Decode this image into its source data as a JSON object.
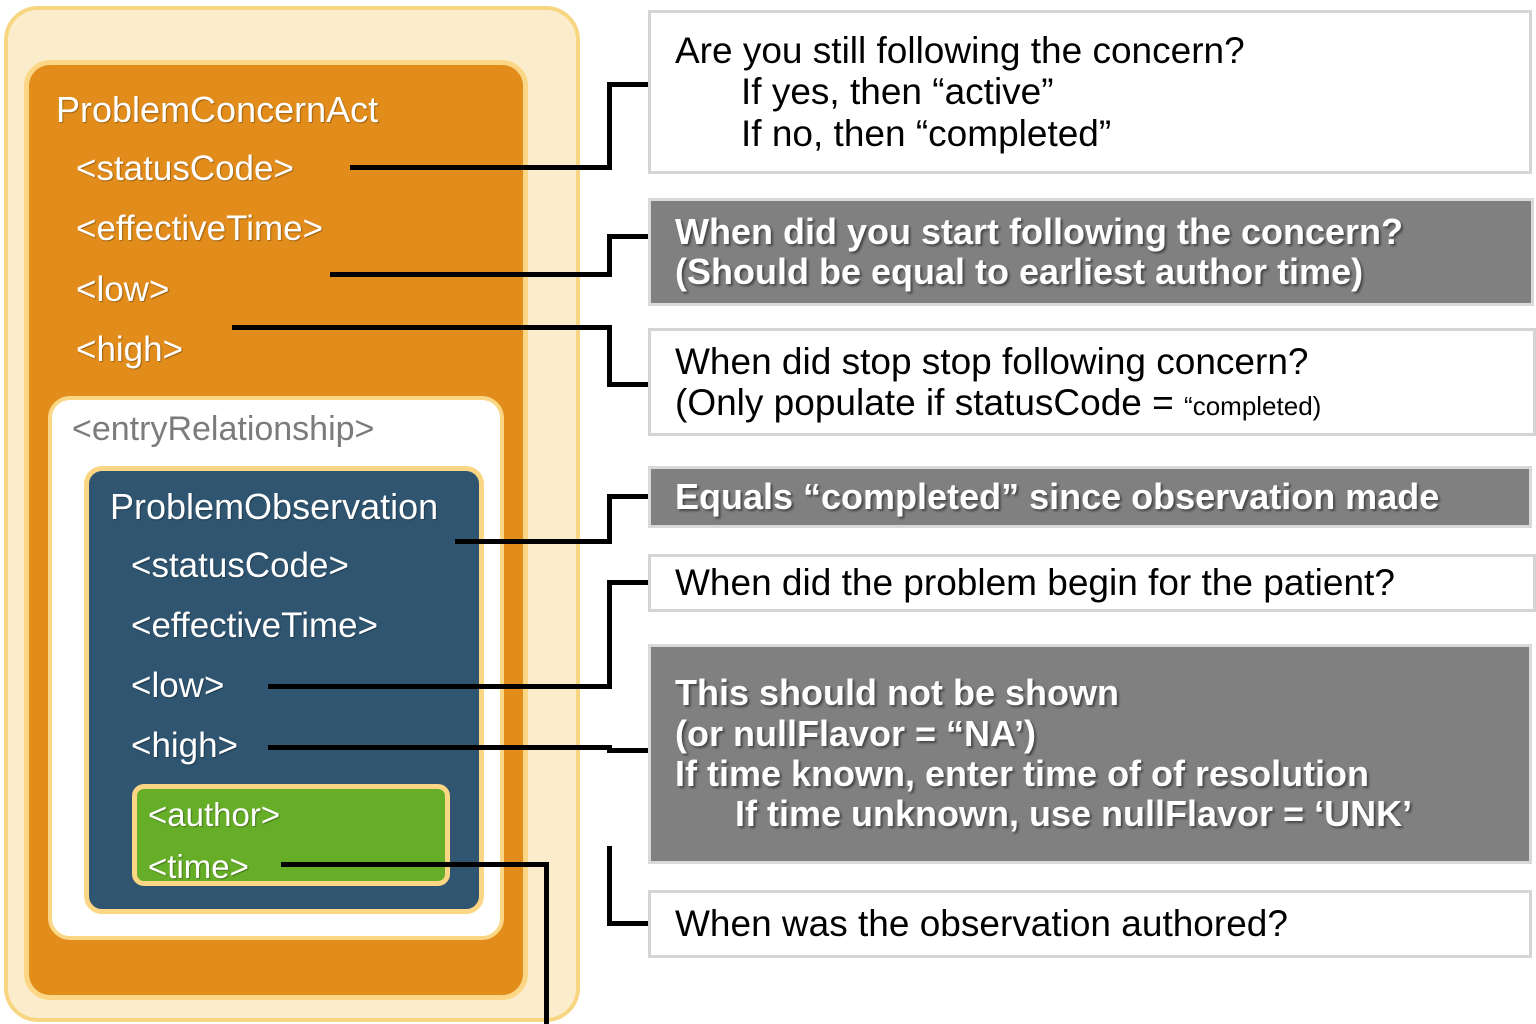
{
  "diagram": {
    "title": "CDA Problem Concern Act / Problem Observation timing annotation diagram",
    "colors": {
      "outer_shell": "#fbedcc",
      "shell_border": "#f8d681",
      "problem_concern_act": "#e18c1b",
      "entry_relationship": "#ffffff",
      "problem_observation": "#2f5571",
      "author": "#66ad28",
      "gold_border": "#fbd684",
      "connector": "#000000",
      "note_white_bg": "#ffffff",
      "note_gray_bg": "#808080",
      "note_border": "#d5d5d5",
      "entry_relationship_text": "#7b7b7b"
    },
    "boxes": {
      "concern_act": {
        "title": "ProblemConcernAct",
        "elements": [
          "<statusCode>",
          "<effectiveTime>",
          "<low>",
          "<high>"
        ]
      },
      "entry_relationship": {
        "title": "<entryRelationship>"
      },
      "observation": {
        "title": "ProblemObservation",
        "elements": [
          "<statusCode>",
          "<effectiveTime>",
          "<low>",
          "<high>"
        ]
      },
      "author": {
        "elements": [
          "<author>",
          "<time>"
        ]
      }
    }
  },
  "notes": [
    {
      "id": "note-status-code",
      "style": "white",
      "target": "ProblemConcernAct/statusCode",
      "lines": [
        {
          "text": "Are you still following the concern?",
          "indent": 0
        },
        {
          "text": "If yes, then “active”",
          "indent": 1
        },
        {
          "text": "If no, then “completed”",
          "indent": 1
        }
      ]
    },
    {
      "id": "note-concern-low",
      "style": "gray",
      "target": "ProblemConcernAct/effectiveTime/low",
      "lines": [
        {
          "text": "When did you start following the concern?",
          "indent": 0
        },
        {
          "text": "(Should be equal to earliest author time)",
          "indent": 0
        }
      ]
    },
    {
      "id": "note-concern-high",
      "style": "white",
      "target": "ProblemConcernAct/effectiveTime/high",
      "lines": [
        {
          "text": "When did stop stop following concern?",
          "indent": 0
        },
        {
          "text": "(Only populate if statusCode = ",
          "indent": 0,
          "suffix_small": "“completed)"
        }
      ]
    },
    {
      "id": "note-observation-status",
      "style": "gray",
      "target": "ProblemObservation/statusCode",
      "lines": [
        {
          "text": "Equals “completed” since observation made",
          "indent": 0
        }
      ]
    },
    {
      "id": "note-observation-low",
      "style": "white",
      "target": "ProblemObservation/effectiveTime/low",
      "lines": [
        {
          "text": "When did the problem begin for the patient?",
          "indent": 0
        }
      ]
    },
    {
      "id": "note-observation-high",
      "style": "gray",
      "target": "ProblemObservation/effectiveTime/high",
      "lines": [
        {
          "text": "This should not be shown",
          "indent": 0
        },
        {
          "text": "(or nullFlavor = “NA’)",
          "indent": 0
        },
        {
          "text": "If time known, enter time of of resolution",
          "indent": 0
        },
        {
          "text": "If time unknown, use nullFlavor = ‘UNK’",
          "indent": 2
        }
      ]
    },
    {
      "id": "note-author-time",
      "style": "white",
      "target": "author/time",
      "lines": [
        {
          "text": "When was the observation authored?",
          "indent": 0
        }
      ]
    }
  ]
}
